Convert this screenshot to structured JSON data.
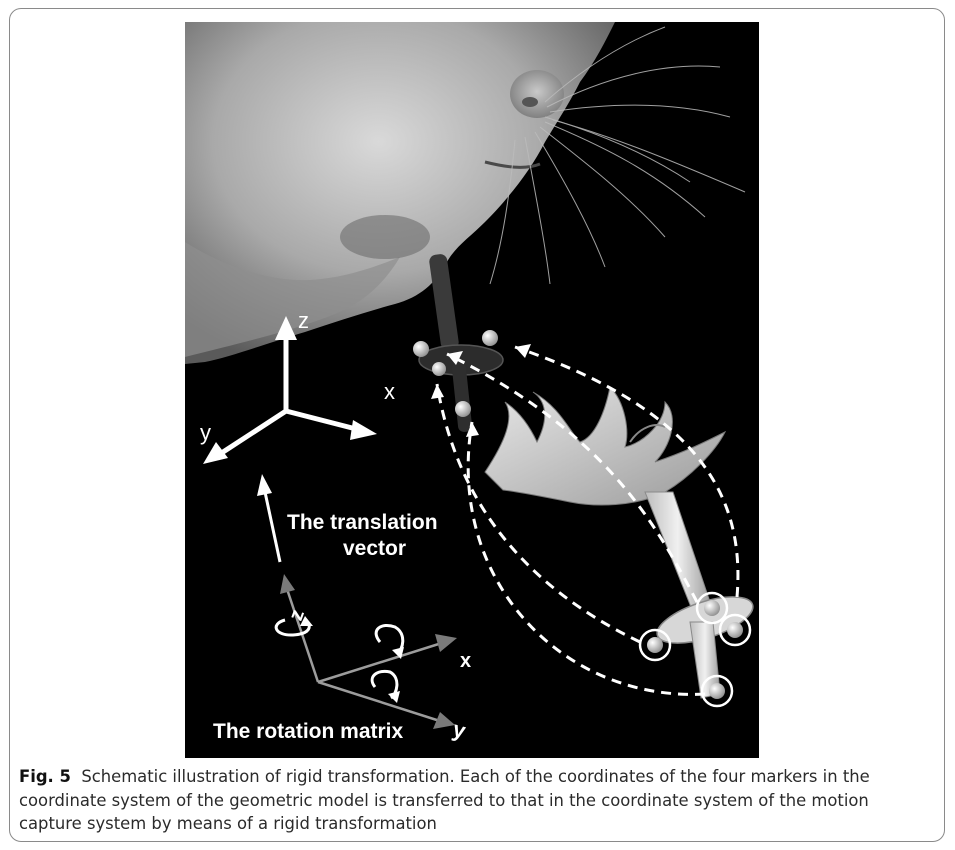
{
  "figure": {
    "label": "Fig. 5",
    "caption": "Schematic illustration of rigid transformation. Each of the coordinates of the four markers in the coordinate system of the geometric model is transferred to that in the coordinate system of the motion capture system by means of a rigid transformation",
    "image": {
      "axis_labels_global": {
        "z": "z",
        "x": "x",
        "y": "y"
      },
      "axis_labels_local": {
        "z": "z",
        "x": "x",
        "y": "y"
      },
      "translation_label_line1": "The translation",
      "translation_label_line2": "vector",
      "rotation_label": "The rotation matrix"
    }
  }
}
